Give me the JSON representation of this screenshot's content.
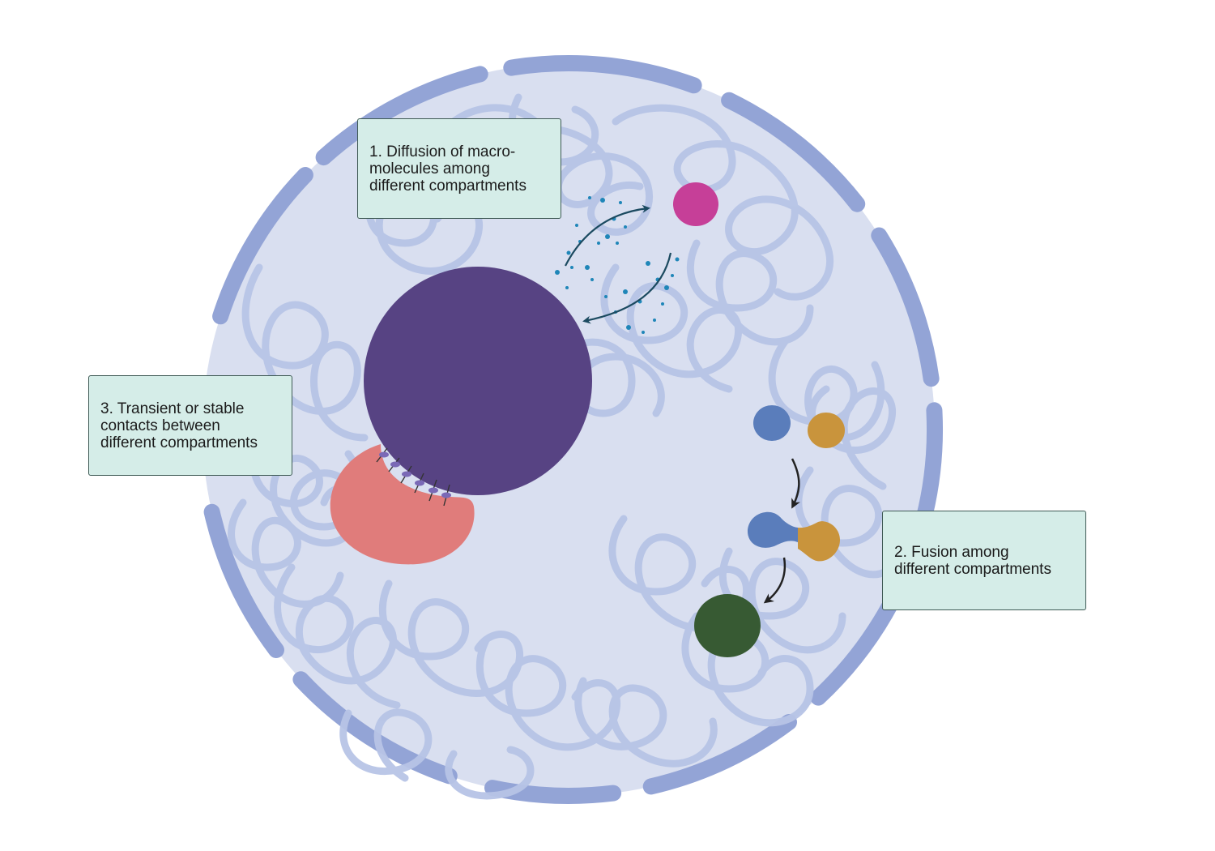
{
  "labels": {
    "diffusion": [
      "1. Diffusion of macro-",
      "molecules among",
      "different compartments"
    ],
    "contacts": [
      "3. Transient or stable",
      "contacts between",
      "different compartments"
    ],
    "fusion": [
      "2. Fusion among",
      "different compartments"
    ]
  },
  "colors": {
    "nucleoplasm": "#d9dff0",
    "envelope": "#93a4d6",
    "chromatin": "#b7c4e6",
    "nucleolus": "#574383",
    "magenta_body": "#c63f98",
    "salmon_body": "#e07c7b",
    "blue_droplet": "#5a7dbb",
    "gold_droplet": "#c9943c",
    "green_body": "#375a33",
    "particles": "#1f86b8",
    "diffusion_arrow": "#1b4a60",
    "fusion_arrow": "#222222",
    "label_fill": "#d5ede8"
  },
  "icons": [
    "nuclear-envelope-icon",
    "chromatin-icon",
    "nucleolus-icon",
    "condensate-icon",
    "arrow-icon"
  ]
}
